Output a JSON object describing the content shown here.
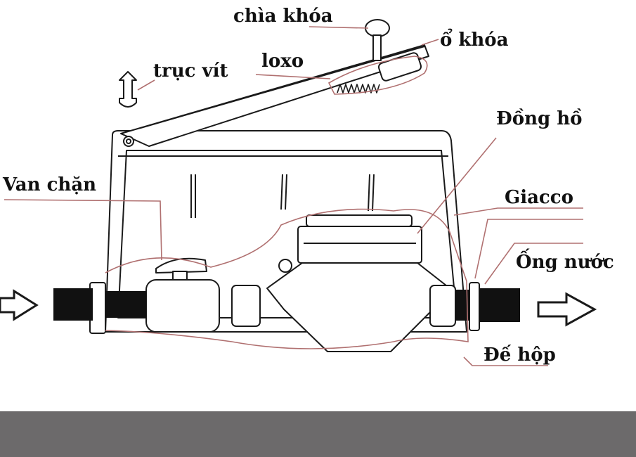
{
  "labels": {
    "chia_khoa": "chìa khóa",
    "o_khoa": "ổ khóa",
    "loxo": "loxo",
    "truc_vit": "trục vít",
    "dong_ho": "Đồng hồ",
    "van_chan": "Van chặn",
    "giacco": "Giacco",
    "ong_nuoc": "Ống nước",
    "de_hop": "Đế hộp"
  },
  "colors": {
    "background": "#ffffff",
    "outline": "#1a1a1a",
    "leader": "#b07070",
    "pipe": "#111111",
    "bottom_bar": "#6c6a6b"
  },
  "icons": {
    "inlet_arrow": "arrow-right-icon",
    "outlet_arrow": "arrow-right-icon"
  }
}
